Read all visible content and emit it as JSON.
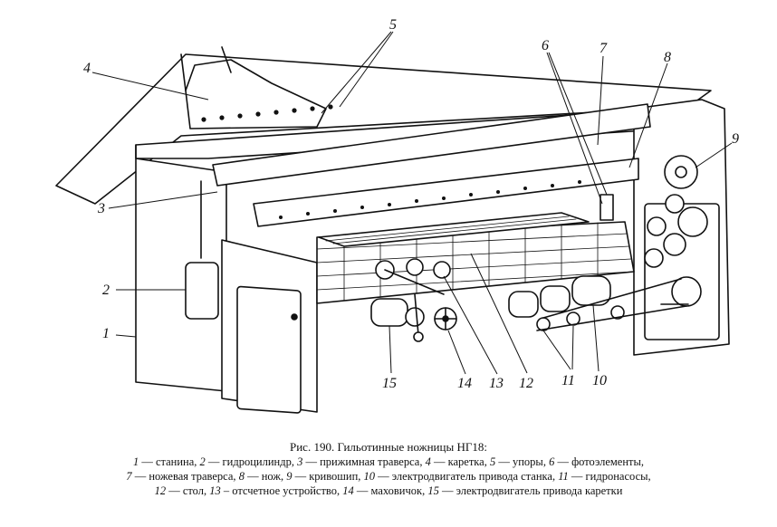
{
  "figure": {
    "title": "Рис. 190. Гильотинные ножницы НГ18:",
    "callouts": [
      "1",
      "2",
      "3",
      "4",
      "5",
      "6",
      "7",
      "8",
      "9",
      "10",
      "11",
      "12",
      "13",
      "14",
      "15"
    ],
    "legend_lines": [
      [
        {
          "n": "1",
          "t": " — станина, "
        },
        {
          "n": "2",
          "t": " — гидроцилиндр,  "
        },
        {
          "n": "3",
          "t": " — прижимная  траверса, "
        },
        {
          "n": "4",
          "t": " — каретка, "
        },
        {
          "n": "5",
          "t": " — упоры, "
        },
        {
          "n": "6",
          "t": " — фотоэлементы,"
        }
      ],
      [
        {
          "n": "7",
          "t": " — ножевая   траверса,   "
        },
        {
          "n": "8",
          "t": " — нож, "
        },
        {
          "n": "9",
          "t": " — кривошип,    "
        },
        {
          "n": "10",
          "t": " — электродвигатель привода станка, "
        },
        {
          "n": "11",
          "t": " — гидронасосы,"
        }
      ],
      [
        {
          "n": "12",
          "t": " — стол, "
        },
        {
          "n": "13",
          "t": " – отсчетное устройство,  "
        },
        {
          "n": "14",
          "t": " — маховичок, "
        },
        {
          "n": "15",
          "t": " — электродвигатель привода каретки"
        }
      ]
    ]
  }
}
